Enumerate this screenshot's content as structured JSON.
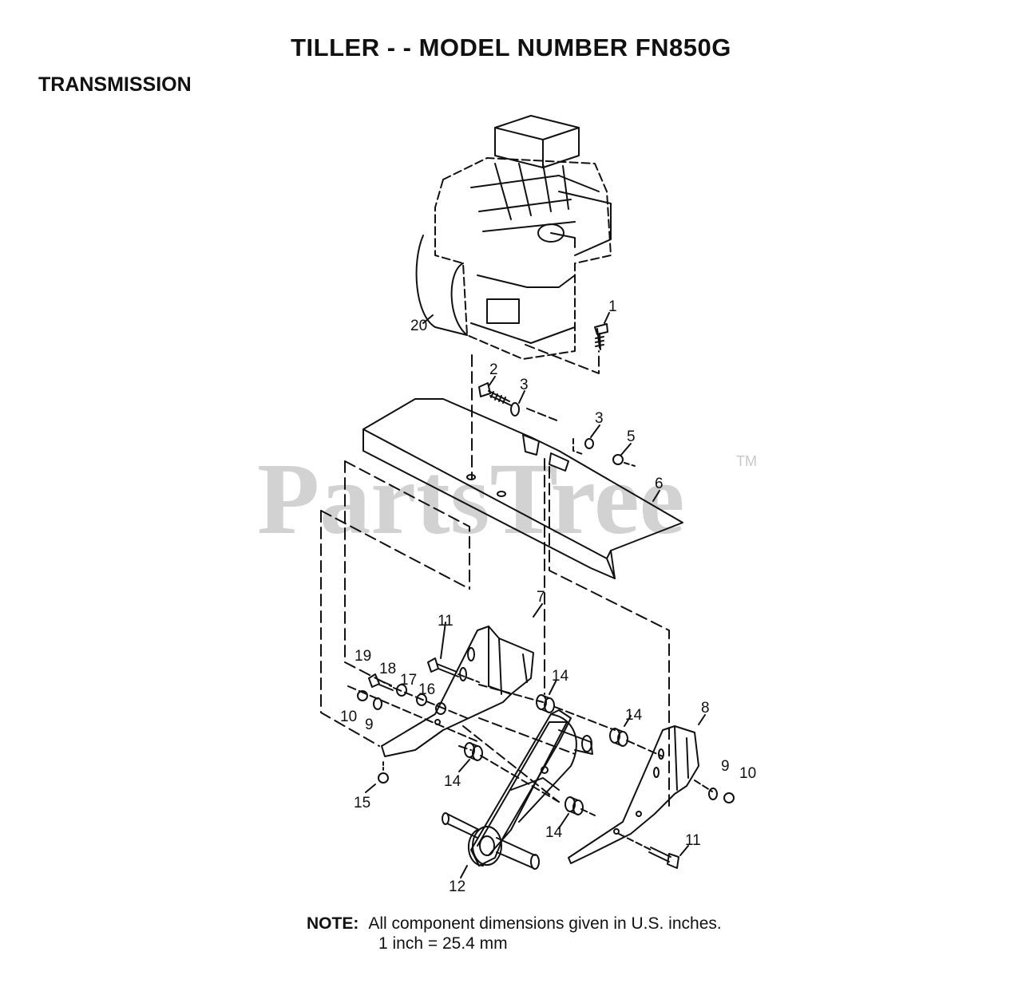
{
  "header": {
    "title": "TILLER - - MODEL NUMBER FN850G",
    "section": "TRANSMISSION"
  },
  "watermark": {
    "text": "PartsTree",
    "trademark": "TM"
  },
  "callouts": [
    "1",
    "2",
    "3",
    "3",
    "5",
    "6",
    "7",
    "8",
    "9",
    "9",
    "10",
    "10",
    "11",
    "11",
    "12",
    "14",
    "14",
    "14",
    "14",
    "15",
    "16",
    "17",
    "18",
    "19",
    "20"
  ],
  "note": {
    "label": "NOTE:",
    "line1": "All component dimensions given in U.S. inches.",
    "line2": "1 inch = 25.4 mm"
  }
}
